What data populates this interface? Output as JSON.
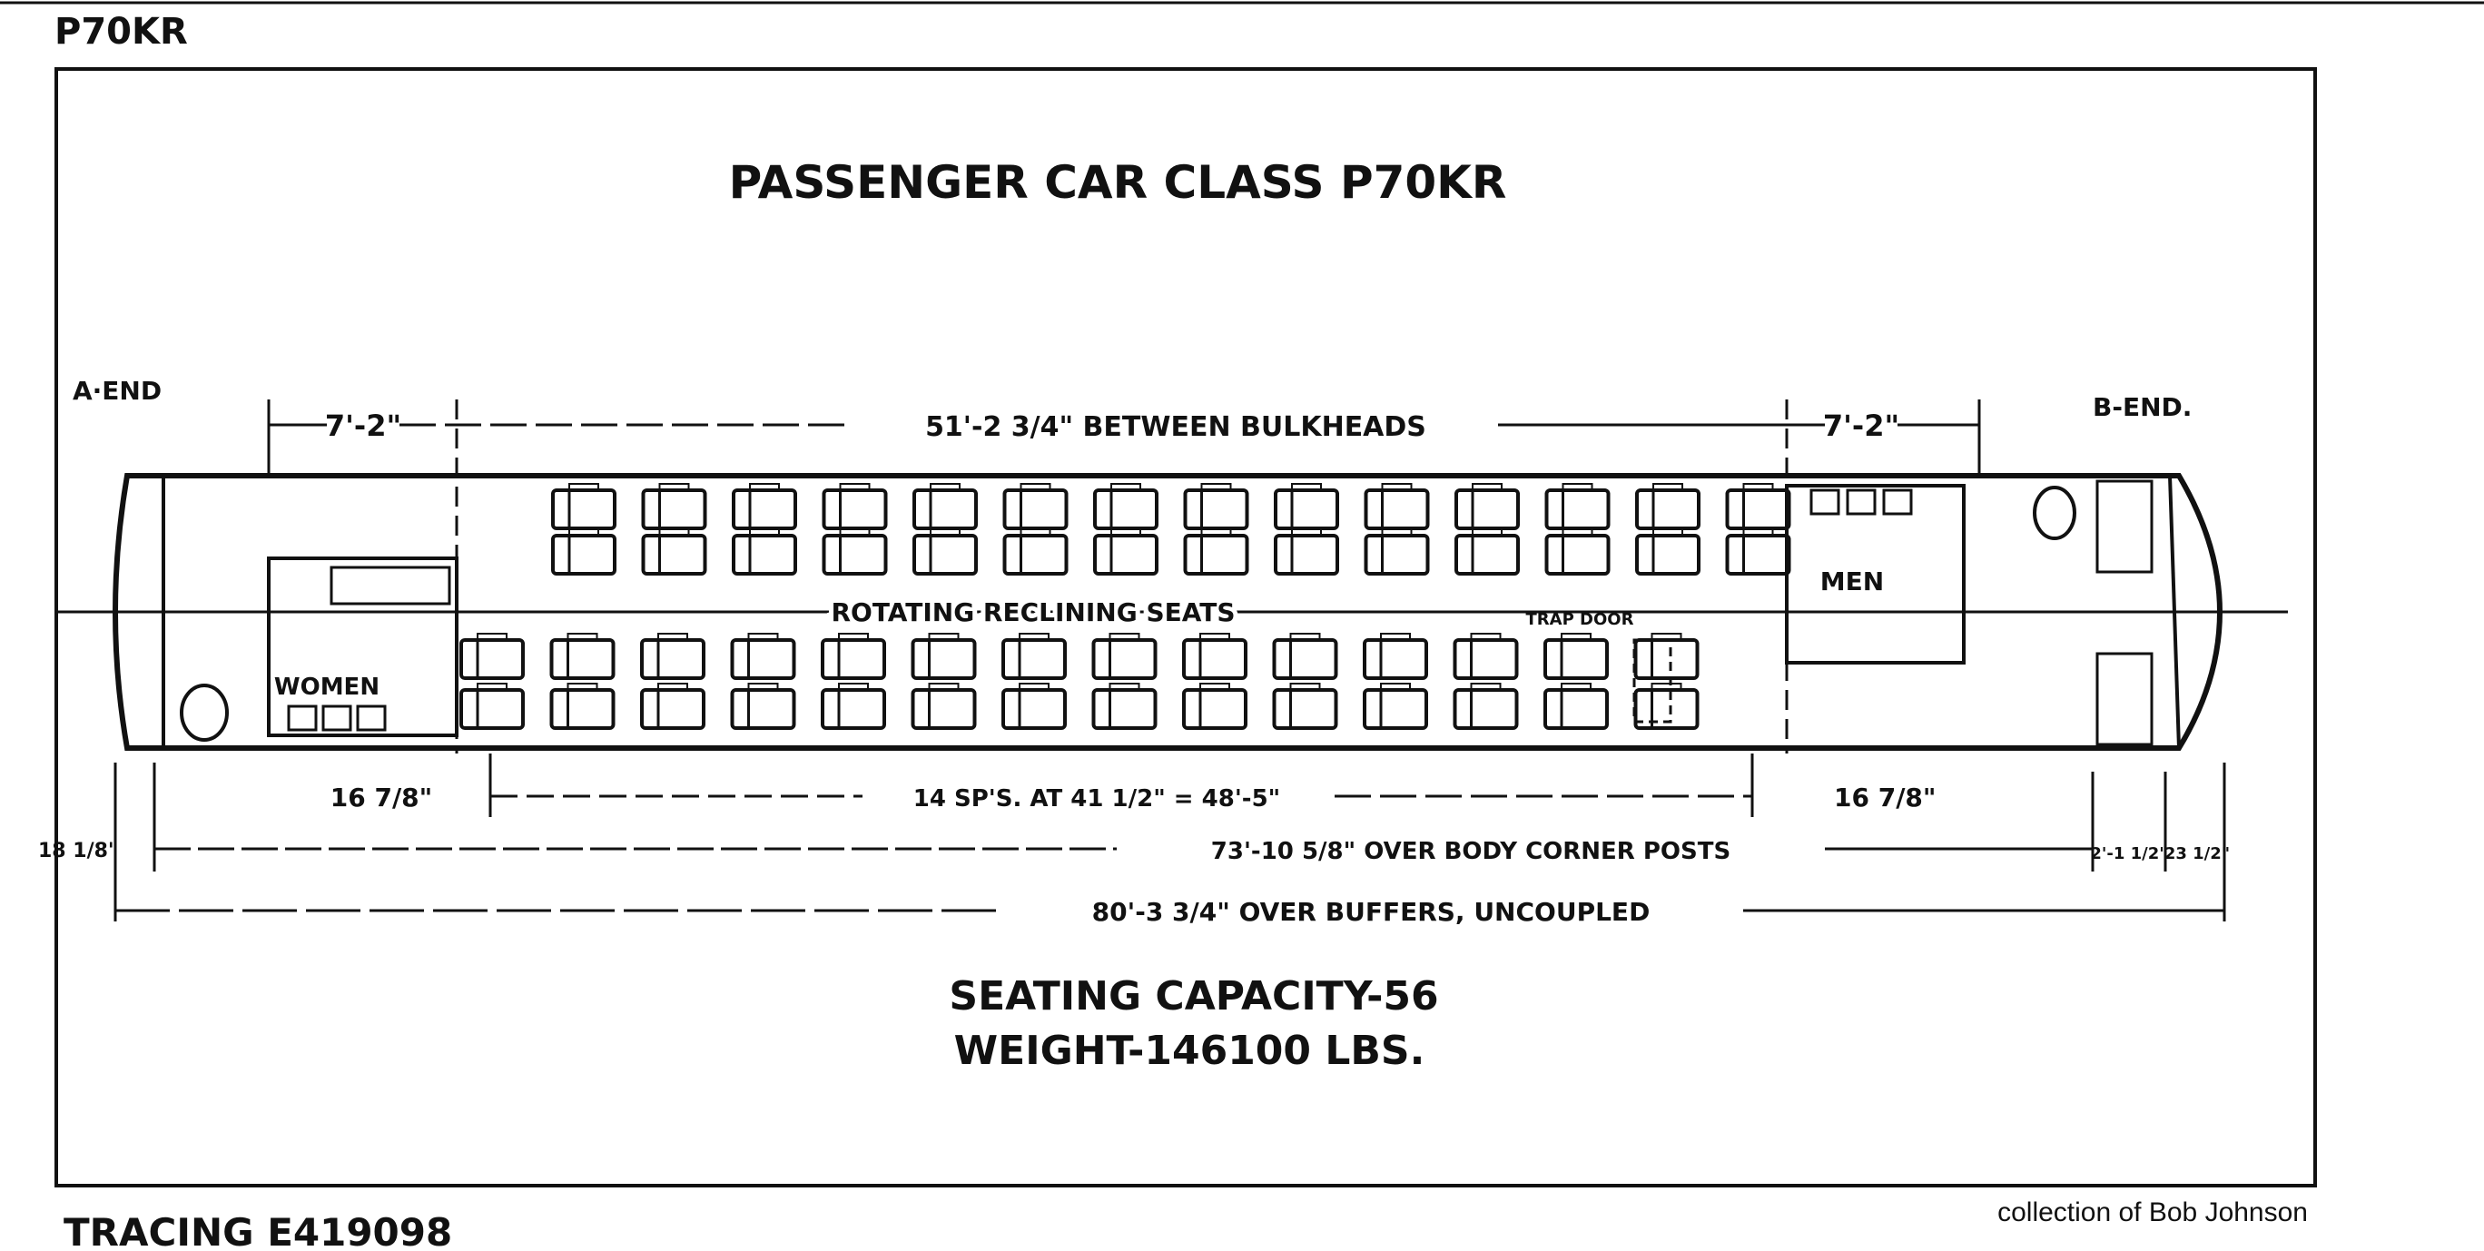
{
  "sheet": {
    "corner_label": "P70KR",
    "title": "PASSENGER CAR CLASS P70KR",
    "tracing": "TRACING E419098",
    "credit": "collection of Bob Johnson"
  },
  "plan": {
    "a_end": "A·END",
    "b_end": "B-END.",
    "seats_label": "ROTATING RECLINING SEATS",
    "trap_door": "TRAP DOOR",
    "men": "MEN",
    "women": "WOMEN"
  },
  "dimensions": {
    "left_vestibule": "7'-2\"",
    "between_bulkheads": "51'-2 3/4\" BETWEEN BULKHEADS",
    "right_vestibule": "7'-2\"",
    "left_offset": "16 7/8\"",
    "seat_spacing": "14 SP'S. AT 41 1/2\" = 48'-5\"",
    "right_offset": "16 7/8\"",
    "end_overhang": "18 1/8\"",
    "body_corner_posts": "73'-10 5/8\" OVER BODY CORNER POSTS",
    "b_end_step": "2'-1 1/2\"",
    "b_end_buffer": "23 1/2\"",
    "over_buffers": "80'-3 3/4\" OVER BUFFERS, UNCOUPLED"
  },
  "specs": {
    "seating_capacity": "SEATING CAPACITY-56",
    "weight": "WEIGHT-146100 LBS."
  }
}
